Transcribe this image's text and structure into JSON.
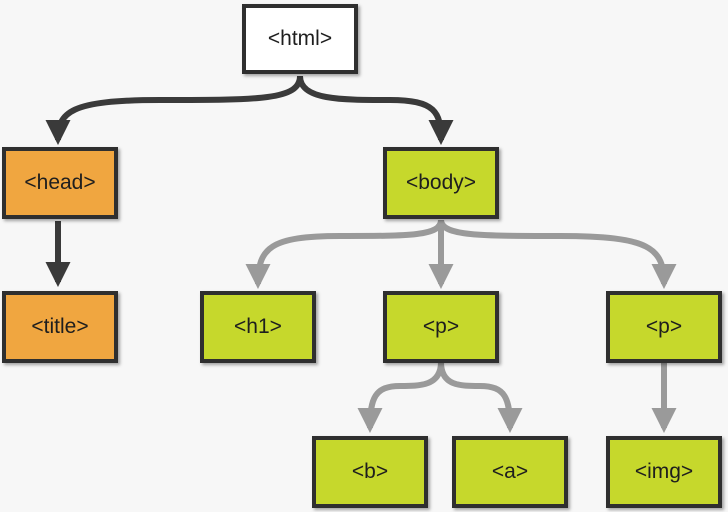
{
  "diagram": {
    "type": "dom-tree",
    "colors": {
      "root": "#ffffff",
      "head_branch": "#f0a640",
      "body_branch": "#c6d82c",
      "dark_arrow": "#3a3a3a",
      "light_arrow": "#9a9a9a"
    },
    "nodes": {
      "html": "<html>",
      "head": "<head>",
      "body": "<body>",
      "title": "<title>",
      "h1": "<h1>",
      "p1": "<p>",
      "p2": "<p>",
      "b": "<b>",
      "a": "<a>",
      "img": "<img>"
    },
    "edges": [
      [
        "html",
        "head"
      ],
      [
        "html",
        "body"
      ],
      [
        "head",
        "title"
      ],
      [
        "body",
        "h1"
      ],
      [
        "body",
        "p1"
      ],
      [
        "body",
        "p2"
      ],
      [
        "p1",
        "b"
      ],
      [
        "p1",
        "a"
      ],
      [
        "p2",
        "img"
      ]
    ]
  }
}
